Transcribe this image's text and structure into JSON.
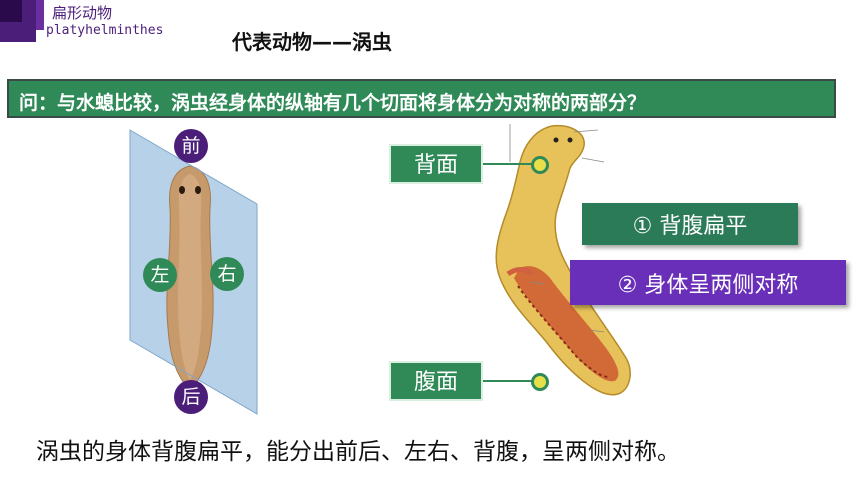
{
  "header": {
    "subject_title": "扁形动物",
    "subject_latin": "platyhelminthes",
    "main_title": "代表动物——涡虫"
  },
  "question": {
    "text": "问：与水螅比较，涡虫经身体的纵轴有几个切面将身体分为对称的两部分？"
  },
  "left_figure": {
    "front": "前",
    "back": "后",
    "left": "左",
    "right": "右"
  },
  "right_figure": {
    "dorsal_label": "背面",
    "ventral_label": "腹面"
  },
  "facts": [
    {
      "text": "①  背腹扁平"
    },
    {
      "text": "②  身体呈两侧对称"
    }
  ],
  "conclusion": {
    "text": "涡虫的身体背腹扁平，能分出前后、左右、背腹，呈两侧对称。"
  },
  "colors": {
    "green": "#2f8a57",
    "purple": "#4b1e7a",
    "violet": "#6a2fb8"
  }
}
